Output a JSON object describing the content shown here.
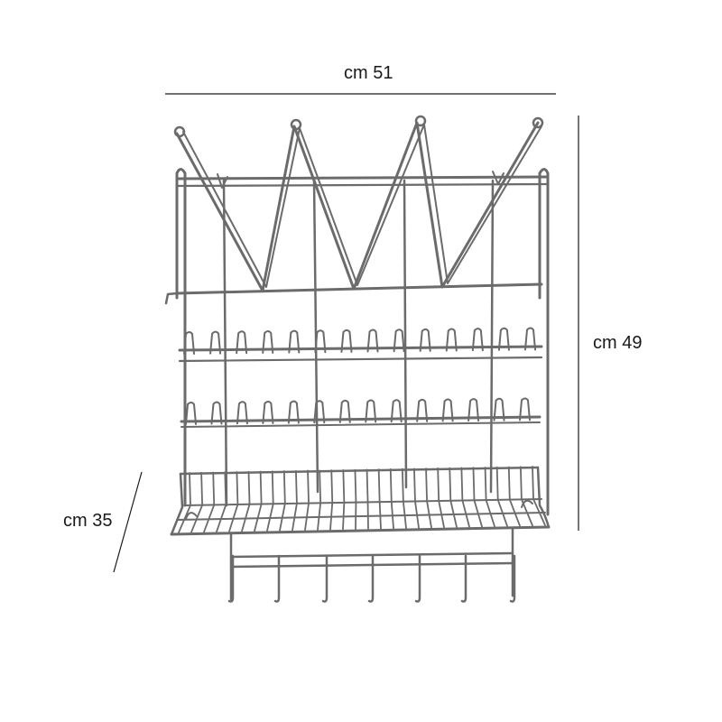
{
  "dimensions": {
    "width_label": "cm 51",
    "height_label": "cm 49",
    "depth_label": "cm 35"
  },
  "colors": {
    "wire": "#6b6b6b",
    "dimension_line": "#1a1a1a",
    "background": "#ffffff"
  }
}
